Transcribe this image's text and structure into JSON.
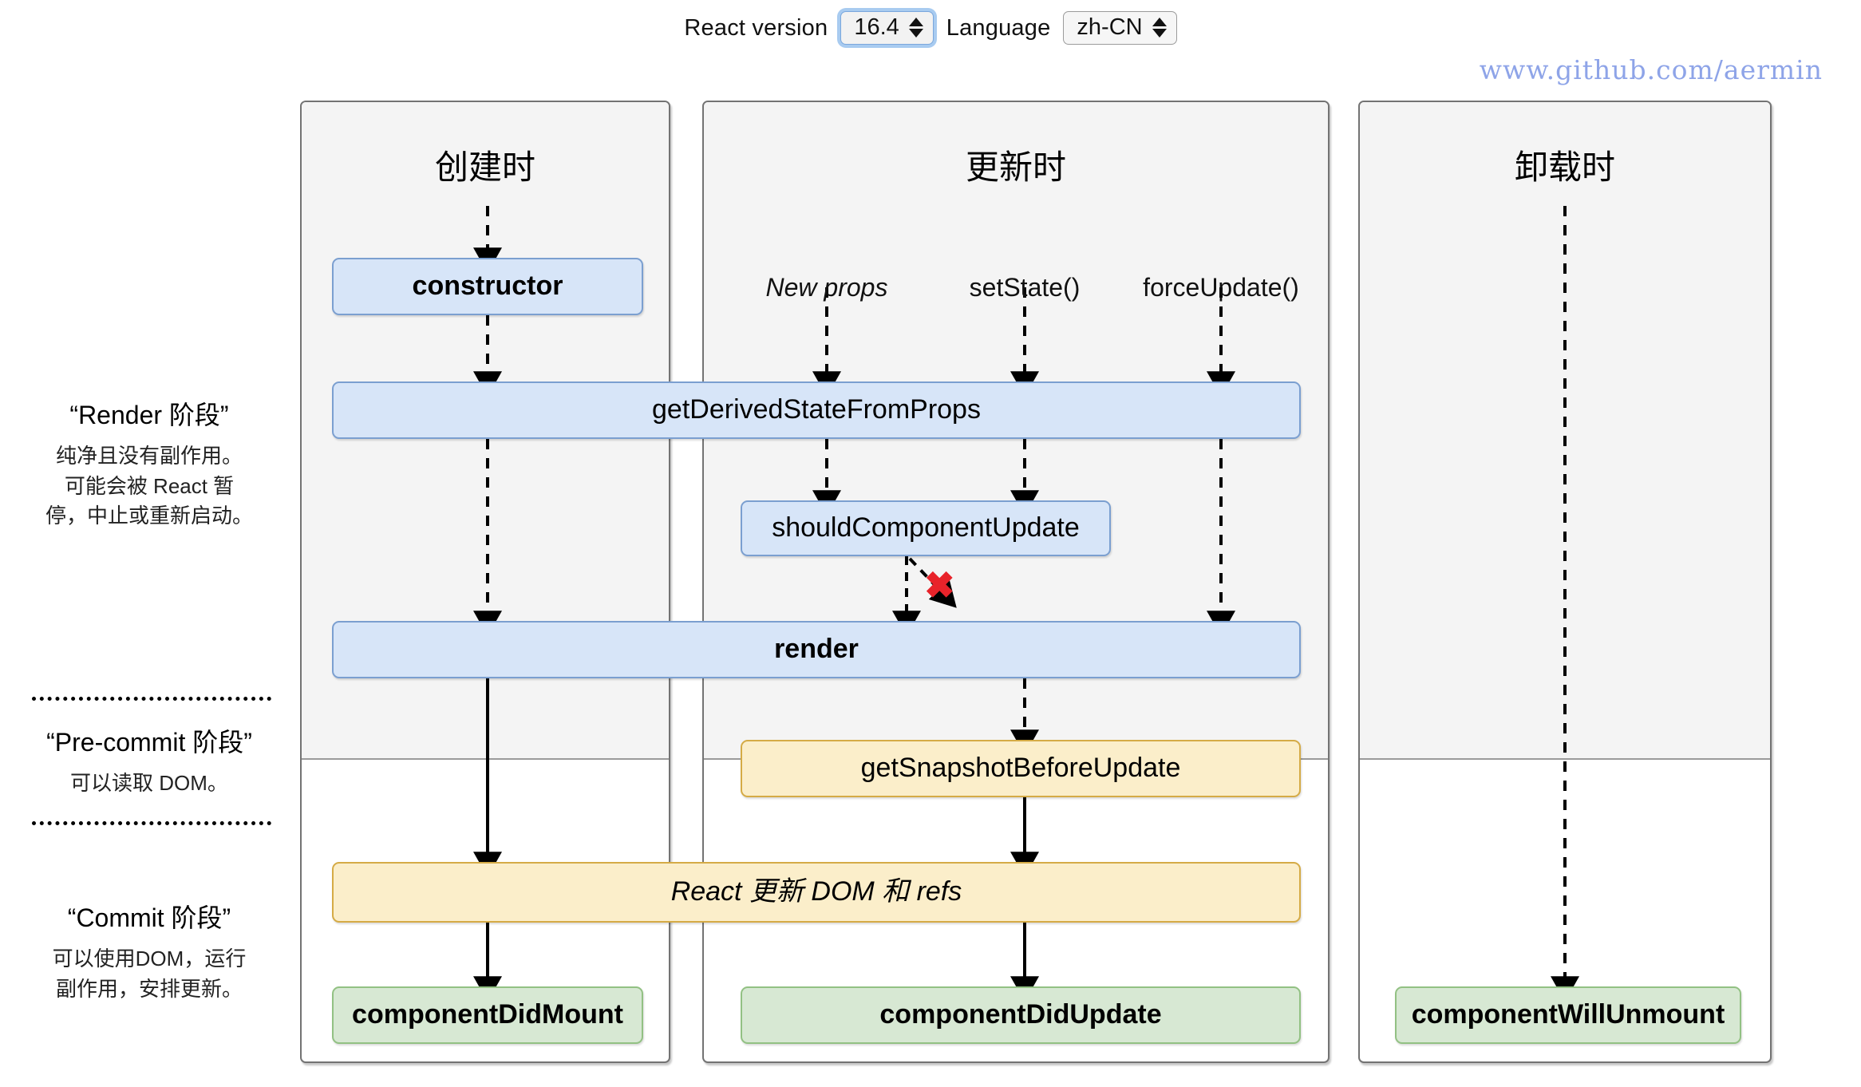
{
  "header": {
    "react_version_label": "React version",
    "react_version_value": "16.4",
    "language_label": "Language",
    "language_value": "zh-CN"
  },
  "watermark": "www.github.com/aermin",
  "panels": {
    "mount": {
      "title": "创建时"
    },
    "update": {
      "title": "更新时"
    },
    "unmount": {
      "title": "卸载时"
    }
  },
  "triggers": {
    "new_props": "New props",
    "set_state": "setState()",
    "force_update": "forceUpdate()"
  },
  "nodes": {
    "constructor": "constructor",
    "get_derived_state_from_props": "getDerivedStateFromProps",
    "should_component_update": "shouldComponentUpdate",
    "render": "render",
    "get_snapshot_before_update": "getSnapshotBeforeUpdate",
    "react_updates_dom": "React 更新 DOM 和 refs",
    "component_did_mount": "componentDidMount",
    "component_did_update": "componentDidUpdate",
    "component_will_unmount": "componentWillUnmount"
  },
  "marks": {
    "skip_render_x": "✖"
  },
  "phases": [
    {
      "title": "“Render 阶段”",
      "desc_lines": [
        "纯净且没有副作用。",
        "可能会被 React 暂",
        "停，中止或重新启动。"
      ]
    },
    {
      "title": "“Pre-commit 阶段”",
      "desc_lines": [
        "可以读取 DOM。"
      ]
    },
    {
      "title": "“Commit 阶段”",
      "desc_lines": [
        "可以使用DOM，运行",
        "副作用，安排更新。"
      ]
    }
  ],
  "colors": {
    "blue_fill": "#d7e5f8",
    "blue_border": "#7b9fd0",
    "orange_fill": "#fbeeca",
    "orange_border": "#d5ab46",
    "green_fill": "#d7e8d3",
    "green_border": "#92c183",
    "panel_fill": "#f4f4f4",
    "panel_border": "#737373",
    "x_red": "#e8232a",
    "watermark_blue": "#8ea4e8"
  }
}
